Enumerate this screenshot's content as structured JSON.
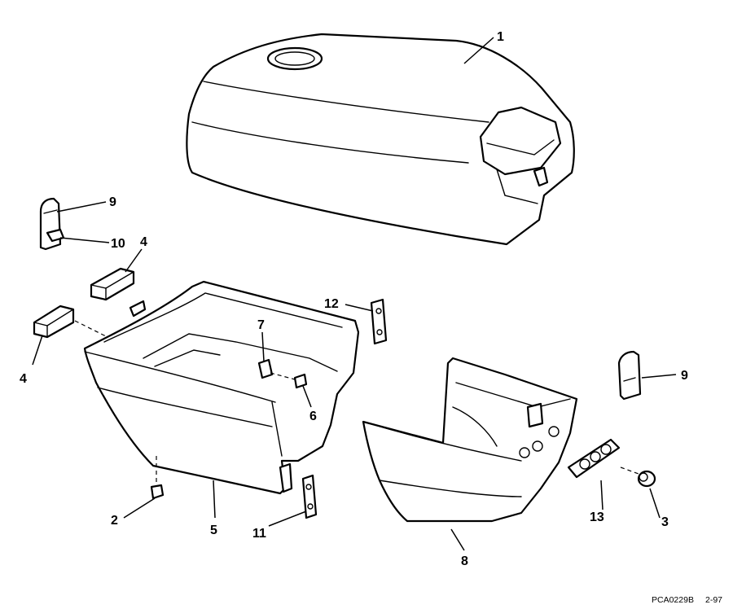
{
  "callouts": {
    "c1": "1",
    "c2": "2",
    "c3": "3",
    "c4a": "4",
    "c4b": "4",
    "c5": "5",
    "c6": "6",
    "c7": "7",
    "c8": "8",
    "c9a": "9",
    "c9b": "9",
    "c10": "10",
    "c11": "11",
    "c12": "12",
    "c13": "13"
  },
  "footer": {
    "drawing_code": "PCA0229B",
    "date": "2-97"
  }
}
